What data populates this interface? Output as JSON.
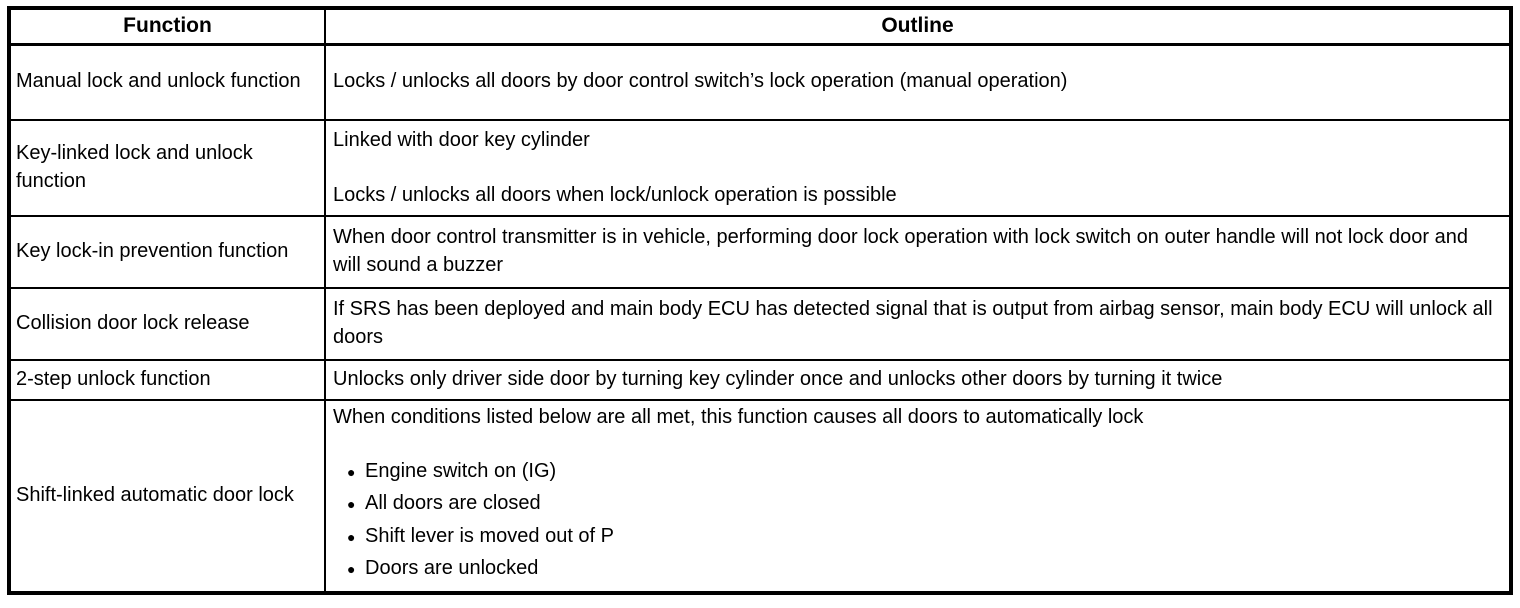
{
  "table": {
    "border_color": "#000000",
    "background_color": "#ffffff",
    "text_color": "#000000",
    "bullet_glyph": "●",
    "headers": {
      "function": "Function",
      "outline": "Outline"
    },
    "rows": [
      {
        "function": "Manual lock and unlock function",
        "outline": "Locks / unlocks all doors by door control switch’s lock operation (manual operation)"
      },
      {
        "function": "Key-linked lock and unlock function",
        "outline": "Linked with door key cylinder\n\nLocks / unlocks all doors when lock/unlock operation is possible"
      },
      {
        "function": "Key lock-in prevention function",
        "outline": "When door control transmitter is in vehicle, performing door lock operation with lock switch on outer handle will not lock door and will sound a buzzer"
      },
      {
        "function": "Collision door lock release",
        "outline": "If SRS has been deployed and main body ECU has detected signal that is output from airbag sensor, main body ECU will unlock all doors"
      },
      {
        "function": "2-step unlock function",
        "outline": "Unlocks only driver side door by turning key cylinder once and unlocks other doors by turning it twice"
      },
      {
        "function": "Shift-linked automatic door lock",
        "outline_intro": "When conditions listed below are all met, this function causes all doors to automatically lock",
        "outline_bullets": [
          "Engine switch on (IG)",
          "All doors are closed",
          "Shift lever is moved out of P",
          "Doors are unlocked"
        ]
      }
    ]
  }
}
